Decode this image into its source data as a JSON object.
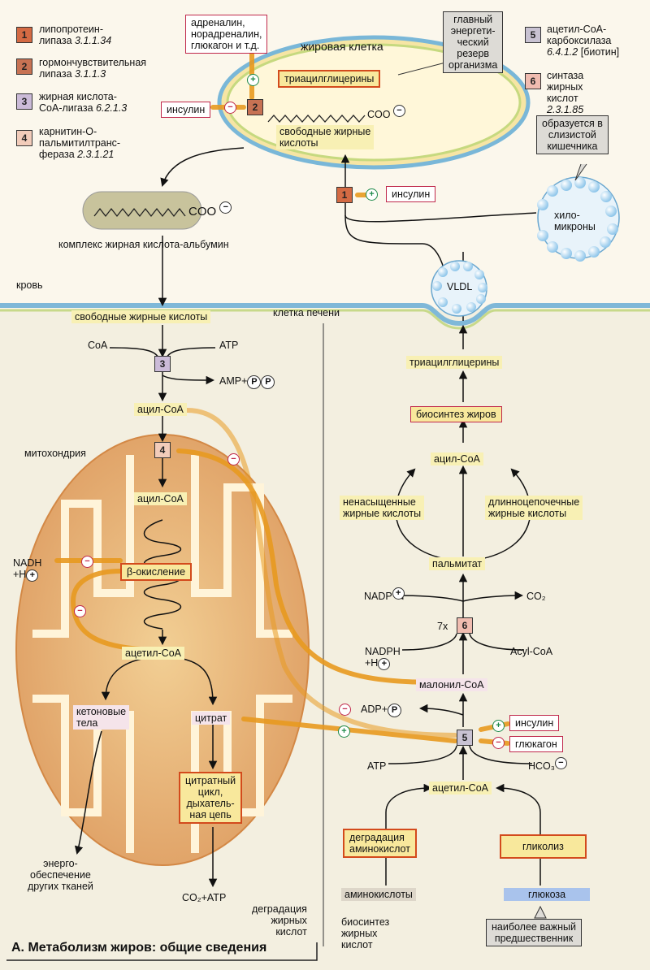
{
  "legend": [
    {
      "num": "1",
      "name": "липопротеин-\nлипаза",
      "ec": "3.1.1.34"
    },
    {
      "num": "2",
      "name": "гормончувствительная\nлипаза",
      "ec": "3.1.1.3"
    },
    {
      "num": "3",
      "name": "жирная кислота-\nCoA-лигаза",
      "ec": "6.2.1.3"
    },
    {
      "num": "4",
      "name": "карнитин-О-\nпальмитилтранс-\nфераза",
      "ec": "2.3.1.21"
    },
    {
      "num": "5",
      "name": "ацетил-CoA-\nкарбоксилаза",
      "ec": "6.4.1.2",
      "extra": "[биотин]"
    },
    {
      "num": "6",
      "name": "синтаза\nжирных\nкислот",
      "ec": "2.3.1.85"
    }
  ],
  "fat_cell": {
    "label": "жировая клетка",
    "hormones": "адреналин,\nнорадреналин,\nглюкагон и т.д.",
    "reserve": "главный\nэнергети-\nческий\nрезерв\nорганизма",
    "tag": "триацилглицерины",
    "insulin": "инсулин",
    "ffa": "свободные жирные\nкислоты",
    "coo": "COO"
  },
  "blood": {
    "complex": "комплекс жирная кислота-альбумин",
    "coo": "COO",
    "label": "кровь",
    "insulin": "инсулин",
    "chylo_note": "образуется в\nслизистой\nкишечника",
    "chylo": "хило-\nмикроны",
    "vldl": "VLDL"
  },
  "liver": {
    "label": "клетка печени",
    "ffa": "свободные жирные кислоты",
    "coa": "CoA",
    "atp": "ATP",
    "amp": "AMP+",
    "p": "P",
    "acyl_coa": "ацил-CoA",
    "mito": "митохондрия",
    "acyl_coa_in": "ацил-CoA",
    "nadh": "NADH\n+H",
    "beta": "β-окисление",
    "acetyl_coa": "ацетил-CoA",
    "ketone": "кетоновые\nтела",
    "citrate": "цитрат",
    "cycle": "цитратный\nцикл,\nдыхатель-\nная цепь",
    "energy": "энерго-\nобеспечение\nдругих тканей",
    "co2atp": "CO₂+ATP",
    "degr": "деградация\nжирных\nкислот"
  },
  "synth": {
    "tag": "триацилглицерины",
    "biosynth": "биосинтез жиров",
    "acyl": "ацил-CoA",
    "unsat": "ненасыщенные\nжирные кислоты",
    "longchain": "длинноцепочечные\nжирные кислоты",
    "palmitate": "пальмитат",
    "nadp": "NADP",
    "co2": "CO₂",
    "seven": "7x",
    "nadph": "NADPH\n+H",
    "acylcoa_en": "Acyl-CoA",
    "malonyl": "малонил-CoA",
    "adp": "ADP+",
    "p": "P",
    "insulin": "инсулин",
    "glucagon": "глюкагон",
    "atp": "ATP",
    "hco3": "HCO₃",
    "acetyl": "ацетил-CoA",
    "aa_degr": "деградация\nаминокислот",
    "glycolysis": "гликолиз",
    "aa": "аминокислоты",
    "glucose": "глюкоза",
    "precursor": "наиболее важный\nпредшественник",
    "label": "биосинтез\nжирных\nкислот"
  },
  "caption": "А. Метаболизм жиров: общие сведения"
}
